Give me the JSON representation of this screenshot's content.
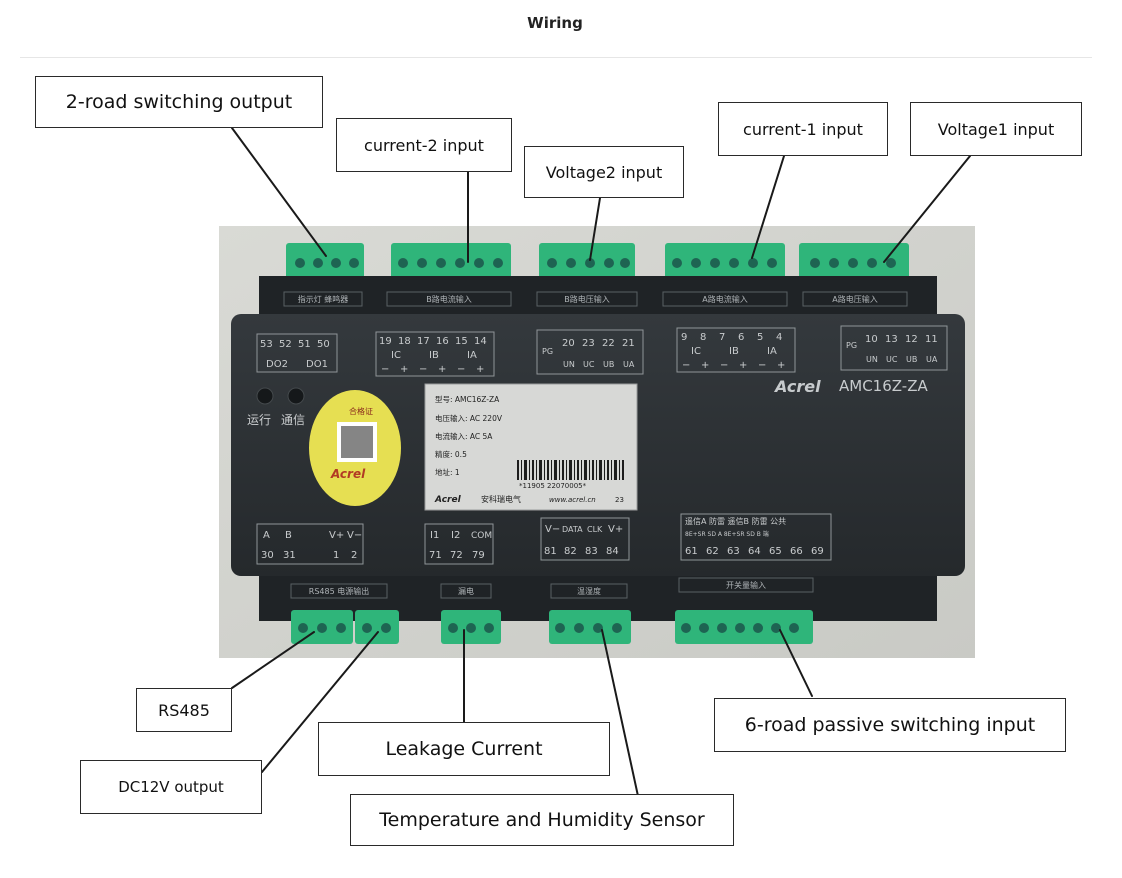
{
  "page": {
    "title": "Wiring"
  },
  "callouts": {
    "switch_out": "2-road switching output",
    "current2": "current-2 input",
    "voltage2": "Voltage2 input",
    "current1": "current-1 input",
    "voltage1": "Voltage1 input",
    "rs485": "RS485",
    "dc12v": "DC12V output",
    "leakage": "Leakage Current",
    "temp_hum": "Temperature and Humidity Sensor",
    "passive_in": "6-road passive switching input"
  },
  "device": {
    "model": "AMC16Z-ZA",
    "brand": "Acrel",
    "top_labels": {
      "lamp_buzzer": "指示灯 蜂鸣器",
      "b_current": "B路电流输入",
      "b_voltage": "B路电压输入",
      "a_current": "A路电流输入",
      "a_voltage": "A路电压输入"
    },
    "bottom_labels": {
      "rs485_power": "RS485 电源输出",
      "leak": "漏电",
      "temp": "温湿度",
      "switch_in": "开关量输入"
    },
    "terminals": {
      "do_nums": [
        "53",
        "52",
        "51",
        "50"
      ],
      "do_names": [
        "DO2",
        "DO1"
      ],
      "ib_nums": [
        "19",
        "18",
        "17",
        "16",
        "15",
        "14"
      ],
      "ib_names": [
        "IC",
        "IB",
        "IA"
      ],
      "pol": [
        "−",
        "+",
        "−",
        "+",
        "−",
        "+"
      ],
      "ub_pg": "PG",
      "ub_nums": [
        "20",
        "23",
        "22",
        "21"
      ],
      "ub_names": [
        "UN",
        "UC",
        "UB",
        "UA"
      ],
      "ia_nums": [
        "9",
        "8",
        "7",
        "6",
        "5",
        "4"
      ],
      "ia_names": [
        "IC",
        "IB",
        "IA"
      ],
      "ua_pg": "PG",
      "ua_nums": [
        "10",
        "13",
        "12",
        "11"
      ],
      "ua_names": [
        "UN",
        "UC",
        "UB",
        "UA"
      ],
      "rs_names": [
        "A",
        "B",
        "V+",
        "V−"
      ],
      "rs_nums": [
        "30",
        "31",
        "1",
        "2"
      ],
      "lk_names": [
        "I1",
        "I2",
        "COM"
      ],
      "lk_nums": [
        "71",
        "72",
        "79"
      ],
      "th_names": [
        "V−",
        "DATA",
        "CLK",
        "V+"
      ],
      "th_nums": [
        "81",
        "82",
        "83",
        "84"
      ],
      "sw_group": "遥信A  防雷  遥信B  防雷 公共",
      "sw_sub": "8E+SR  SD  A  8E+SR  SD  B  端",
      "sw_nums": [
        "61",
        "62",
        "63",
        "64",
        "65",
        "66",
        "69"
      ]
    },
    "leds": {
      "run": "运行",
      "comm": "通信"
    },
    "seal": {
      "top": "合格证",
      "brand": "Acrel"
    },
    "nameplate": {
      "line1": "型号: AMC16Z-ZA",
      "line2": "电压输入: AC 220V",
      "line3": "电流输入: AC 5A",
      "line4": "精度: 0.5",
      "line5": "地址: 1",
      "serial": "*11905 22070005*",
      "brand": "Acrel",
      "company": "安科瑞电气",
      "url": "www.acrel.cn",
      "code": "23"
    }
  },
  "colors": {
    "device_body": "#2b3034",
    "device_dark": "#1d2124",
    "terminal_green": "#2fb57a",
    "callout_border": "#2a2a2a"
  }
}
